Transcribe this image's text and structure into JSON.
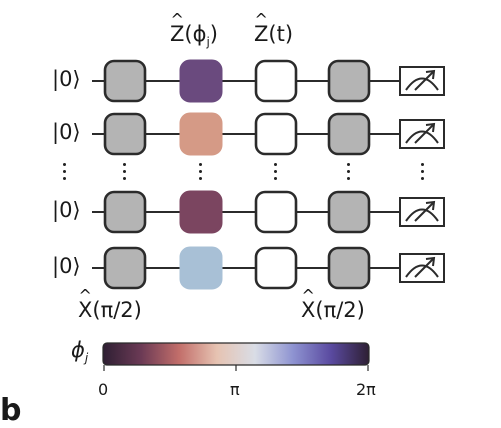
{
  "top_labels": {
    "phase": "Ẑ(ϕj)",
    "phase_var": "ϕ",
    "phase_sub": "j",
    "phase_op": "Z",
    "time_op": "Z",
    "time_arg": "(t)"
  },
  "qubits": [
    {
      "ket": "|0⟩",
      "phase_color": "#6a4a7e"
    },
    {
      "ket": "|0⟩",
      "phase_color": "#d59a86"
    },
    {
      "ket": "|0⟩",
      "phase_color": "#7b4560"
    },
    {
      "ket": "|0⟩",
      "phase_color": "#a8c0d6"
    }
  ],
  "dots": "⋮",
  "bottom_labels": {
    "left": "(π/2)",
    "left_op": "X",
    "right": "(π/2)",
    "right_op": "X"
  },
  "colorbar": {
    "symbol": "ϕ",
    "symbol_sub": "j",
    "ticks": [
      "0",
      "π",
      "2π"
    ],
    "stops": [
      "#2e1f33",
      "#6b3a55",
      "#c26e6a",
      "#e6c3b2",
      "#d9dde6",
      "#8e93d1",
      "#5a4aa0",
      "#2e1f33"
    ]
  },
  "panel_label": "b",
  "colors": {
    "gate_gray": "#b4b4b4",
    "outline": "#2b2b2b"
  }
}
